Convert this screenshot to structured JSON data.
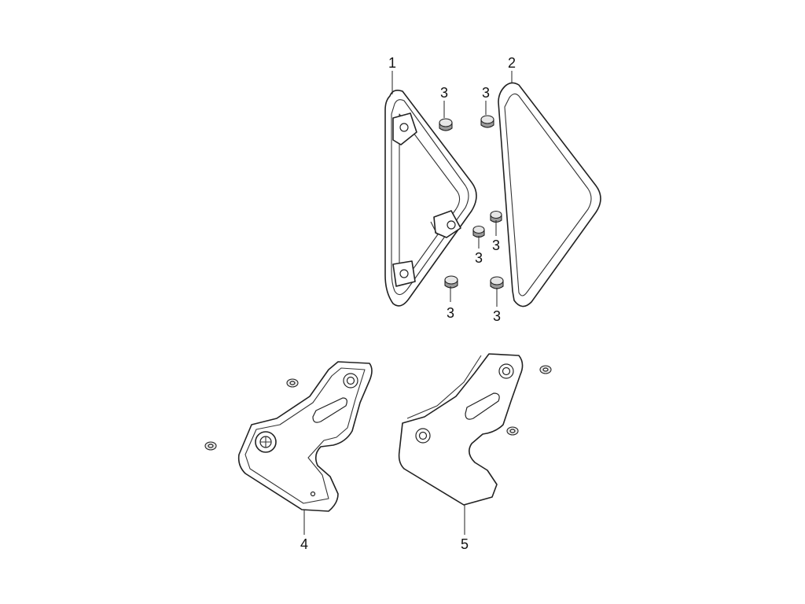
{
  "callouts": {
    "frame_guard": "1",
    "frame_trim": "2",
    "grommet": "3",
    "cover_left": "4",
    "cover_right": "5"
  }
}
